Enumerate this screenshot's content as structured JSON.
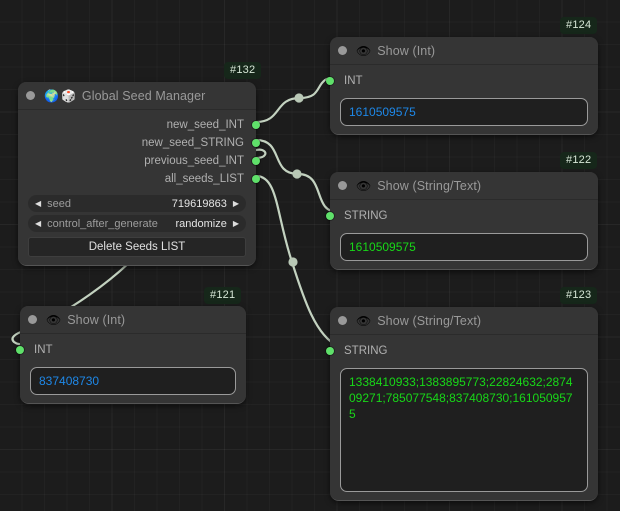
{
  "app": {
    "kind": "node-graph-editor",
    "canvas_bg": "#1c1c1c"
  },
  "colors": {
    "node_bg": "#353535",
    "slot_green": "#5fe06a",
    "link": "#c3d2c0",
    "badge_bg": "#16271a",
    "int_value": "#1e88e8",
    "string_value": "#18d818"
  },
  "nodes": [
    {
      "id": "#132",
      "title": "Global Seed Manager",
      "emoji": [
        "🌍",
        "🎲"
      ],
      "outputs": [
        {
          "label": "new_seed_INT"
        },
        {
          "label": "new_seed_STRING"
        },
        {
          "label": "previous_seed_INT"
        },
        {
          "label": "all_seeds_LIST"
        }
      ],
      "widgets": [
        {
          "name": "seed",
          "value": "719619863",
          "left_arrow": "◀",
          "right_arrow": "▶"
        },
        {
          "name": "control_after_generate",
          "value": "randomize",
          "left_arrow": "◀",
          "right_arrow": "▶"
        }
      ],
      "button": "Delete Seeds LIST"
    },
    {
      "id": "#124",
      "title": "Show (Int)",
      "emoji": [
        "👁"
      ],
      "input": "INT",
      "value": "1610509575",
      "value_type": "int"
    },
    {
      "id": "#122",
      "title": "Show (String/Text)",
      "emoji": [
        "👁"
      ],
      "input": "STRING",
      "value": "1610509575",
      "value_type": "string"
    },
    {
      "id": "#123",
      "title": "Show (String/Text)",
      "emoji": [
        "👁"
      ],
      "input": "STRING",
      "value": "1338410933;1383895773;22824632;287409271;785077548;837408730;1610509575",
      "value_type": "string"
    },
    {
      "id": "#121",
      "title": "Show (Int)",
      "emoji": [
        "👁"
      ],
      "input": "INT",
      "value": "837408730",
      "value_type": "int"
    }
  ]
}
